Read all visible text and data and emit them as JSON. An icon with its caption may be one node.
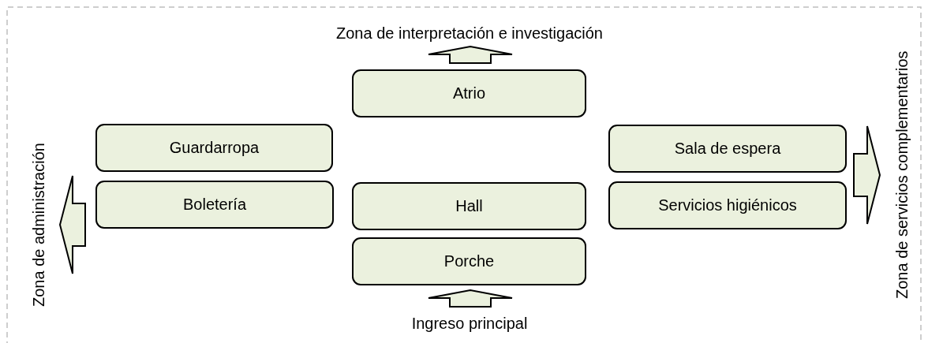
{
  "diagram": {
    "nodes": [
      {
        "text": [
          "Zona de interpretación e investigación"
        ]
      },
      {
        "text": [
          "Zona de administración"
        ]
      },
      {
        "text": [
          "Atrio"
        ]
      },
      {
        "text": [
          "Guardarropa"
        ]
      },
      {
        "text": [
          "Sala de espera"
        ]
      },
      {
        "text": [
          "Boletería"
        ]
      },
      {
        "text": [
          "Hall"
        ]
      },
      {
        "text": [
          "Servicios higiénicos"
        ]
      },
      {
        "text": [
          "Porche"
        ]
      },
      {
        "text": [
          "Ingreso principal"
        ]
      },
      {
        "text": [
          "Zona de servicios complementarios"
        ]
      }
    ],
    "edges": [
      {
        "from": 9,
        "to": 8,
        "arrow": "to"
      },
      {
        "from": 2,
        "to": 0,
        "arrow": "to"
      },
      {
        "from": 5,
        "to": 1,
        "arrow": "to"
      },
      {
        "from": 4,
        "to": 10,
        "arrow": "to"
      },
      {
        "from": 7,
        "to": 10,
        "arrow": "to"
      }
    ]
  }
}
